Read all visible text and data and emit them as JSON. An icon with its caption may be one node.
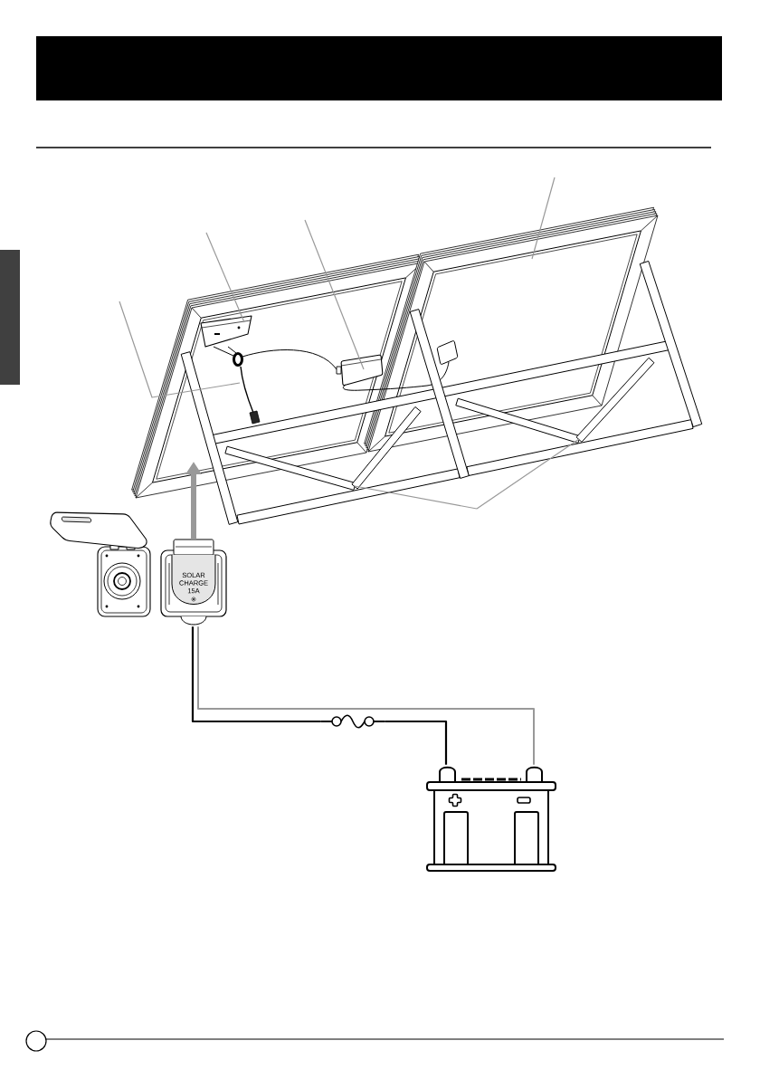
{
  "diagram": {
    "nodes": [
      {
        "text": [],
        "shape": "picture"
      },
      {
        "text": [],
        "shape": "picture"
      },
      {
        "text": [],
        "shape": "box",
        "in": 0
      },
      {
        "text": [],
        "shape": "picture",
        "in": 0
      },
      {
        "text": [],
        "shape": "box",
        "in": 0
      },
      {
        "text": [],
        "shape": "box",
        "in": 1
      },
      {
        "text": [],
        "shape": "bar"
      },
      {
        "text": [],
        "shape": "bar"
      },
      {
        "text": [
          "SOLAR CHARGE 15A"
        ]
      },
      {
        "text": [],
        "shape": "picture"
      },
      {
        "text": [],
        "shape": "picture"
      },
      {
        "text": [],
        "shape": "box"
      }
    ],
    "edges": [
      {
        "from": null,
        "to": 3,
        "arrow": "none"
      },
      {
        "from": null,
        "to": 2,
        "arrow": "none"
      },
      {
        "from": null,
        "to": 4,
        "arrow": "none"
      },
      {
        "from": null,
        "to": 1,
        "arrow": "none"
      },
      {
        "from": null,
        "to": 6,
        "arrow": "none"
      },
      {
        "from": null,
        "to": 7,
        "arrow": "none"
      },
      {
        "from": 8,
        "to": 0,
        "arrow": "to",
        "style": "thick"
      },
      {
        "from": 8,
        "to": 9,
        "arrow": "none",
        "color": "#000000"
      },
      {
        "from": 9,
        "to": 10,
        "arrow": "none",
        "color": "#000000"
      },
      {
        "from": 8,
        "to": 10,
        "arrow": "none"
      },
      {
        "from": 4,
        "to": 5,
        "arrow": "none",
        "color": "#000000"
      }
    ]
  }
}
